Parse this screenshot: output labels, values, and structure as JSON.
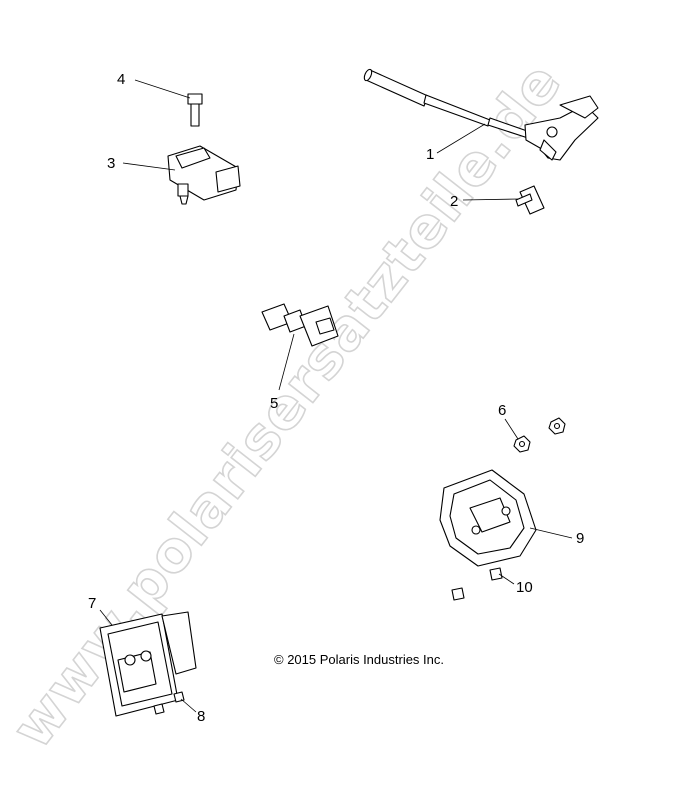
{
  "watermark": "www.polarisersatzteile.de",
  "copyright": "© 2015 Polaris Industries Inc.",
  "callouts": {
    "c1": "1",
    "c2": "2",
    "c3": "3",
    "c4": "4",
    "c5": "5",
    "c6": "6",
    "c7": "7",
    "c8": "8",
    "c9": "9",
    "c10": "10"
  }
}
